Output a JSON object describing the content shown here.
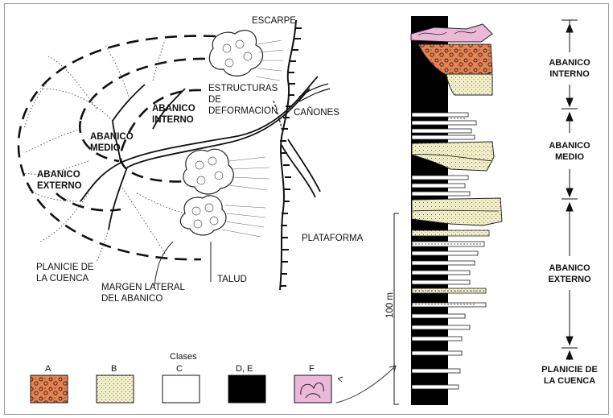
{
  "map": {
    "escarpe": "ESCARPE",
    "estructuras": "ESTRUCTURAS\nDE\nDEFORMACION",
    "canones": "CAÑONES",
    "abanico_interno": "ABANICO\nINTERNO",
    "abanico_medio": "ABANICO\nMEDIO",
    "abanico_externo": "ABANICO\nEXTERNO",
    "plataforma": "PLATAFORMA",
    "planicie": "PLANICIE DE\nLA CUENCA",
    "margen": "MARGEN LATERAL\nDEL ABANICO",
    "talud": "TALUD"
  },
  "column": {
    "scale_label": "100 m"
  },
  "zones": [
    "ABANICO\nINTERNO",
    "ABANICO\nMEDIO",
    "ABANICO\nEXTERNO",
    "PLANICIE DE\nLA CUENCA"
  ],
  "legend": {
    "title": "Clases",
    "items": [
      {
        "label": "A",
        "color": "#e8834f"
      },
      {
        "label": "B",
        "color": "#f4f1c9"
      },
      {
        "label": "C",
        "color": "#ffffff"
      },
      {
        "label": "D, E",
        "color": "#000000"
      },
      {
        "label": "F",
        "color": "#ecb8d8"
      }
    ]
  }
}
